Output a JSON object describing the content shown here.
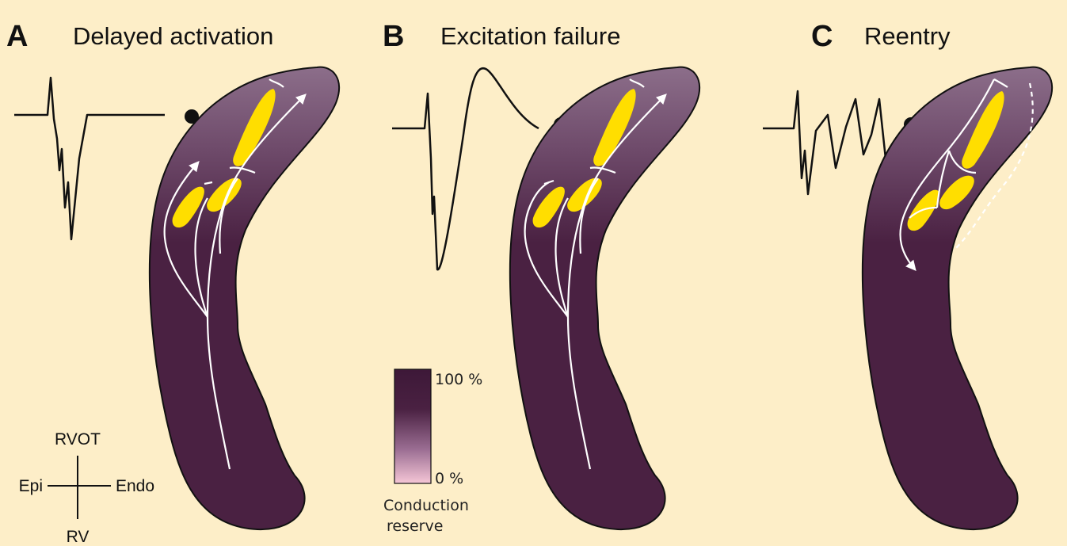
{
  "colors": {
    "background": "#fdeec8",
    "tissue_dark": "#4a2142",
    "tissue_light": "#8c6e8a",
    "scar": "#ffde00",
    "scale_top": "#3d1838",
    "scale_bottom": "#f5c6d6"
  },
  "panels": [
    {
      "letter": "A",
      "title": "Delayed activation"
    },
    {
      "letter": "B",
      "title": "Excitation failure"
    },
    {
      "letter": "C",
      "title": "Reentry"
    }
  ],
  "orientation": {
    "top": "RVOT",
    "bottom": "RV",
    "left": "Epi",
    "right": "Endo"
  },
  "scale": {
    "max": "100 %",
    "min": "0 %",
    "label_line1": "Conduction",
    "label_line2": "reserve"
  }
}
